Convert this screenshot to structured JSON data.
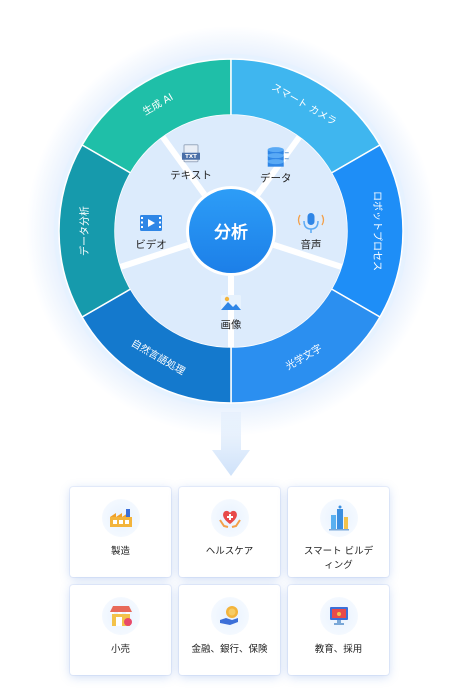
{
  "center": {
    "label": "分析"
  },
  "outer_segments": [
    {
      "label": "生成 AI",
      "color": "#1fbfa8"
    },
    {
      "label": "スマート カメラ",
      "color": "#3fb6ef"
    },
    {
      "label": "ロボットプロセス",
      "color": "#1e8ef7"
    },
    {
      "label": "光学文字",
      "color": "#2b8ff0"
    },
    {
      "label": "自然言語処理",
      "color": "#1479cd"
    },
    {
      "label": "データ分析",
      "color": "#169aac"
    }
  ],
  "inner_items": [
    {
      "label": "テキスト",
      "icon": "txt-file-icon"
    },
    {
      "label": "データ",
      "icon": "database-icon"
    },
    {
      "label": "音声",
      "icon": "microphone-icon"
    },
    {
      "label": "画像",
      "icon": "image-icon"
    },
    {
      "label": "ビデオ",
      "icon": "video-icon"
    }
  ],
  "industries": [
    {
      "label": "製造",
      "icon": "factory-icon"
    },
    {
      "label": "ヘルスケア",
      "icon": "healthcare-icon"
    },
    {
      "label": "スマート ビルディング",
      "icon": "smart-building-icon"
    },
    {
      "label": "小売",
      "icon": "retail-store-icon"
    },
    {
      "label": "金融、銀行、保険",
      "icon": "finance-icon"
    },
    {
      "label": "教育、採用",
      "icon": "education-icon"
    }
  ]
}
